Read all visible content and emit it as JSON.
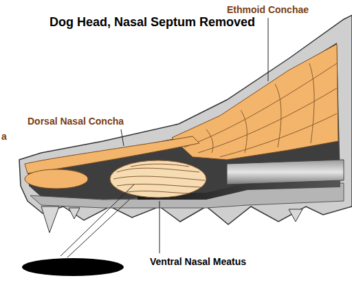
{
  "diagram": {
    "title": "Dog Head, Nasal Septum Removed",
    "labels": [
      "Ethmoid Conchae",
      "Dorsal Nasal Concha",
      "Ventral Nasal Meatus",
      "a"
    ]
  }
}
